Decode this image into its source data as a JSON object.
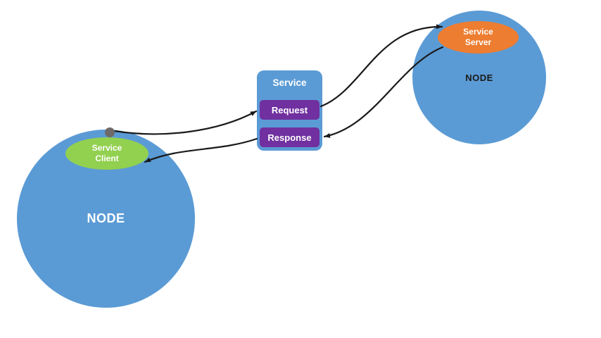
{
  "colors": {
    "node_blue": "#5b9bd5",
    "client_green": "#92d050",
    "server_orange": "#ed7d31",
    "request_purple": "#7030a0",
    "arrow_black": "#1a1a1a",
    "dot_gray": "#6e6a6a"
  },
  "left_node": {
    "label": "NODE"
  },
  "right_node": {
    "label": "NODE"
  },
  "service_client": {
    "line1": "Service",
    "line2": "Client"
  },
  "service_server": {
    "line1": "Service",
    "line2": "Server"
  },
  "service_box": {
    "title": "Service",
    "request_label": "Request",
    "response_label": "Response"
  }
}
